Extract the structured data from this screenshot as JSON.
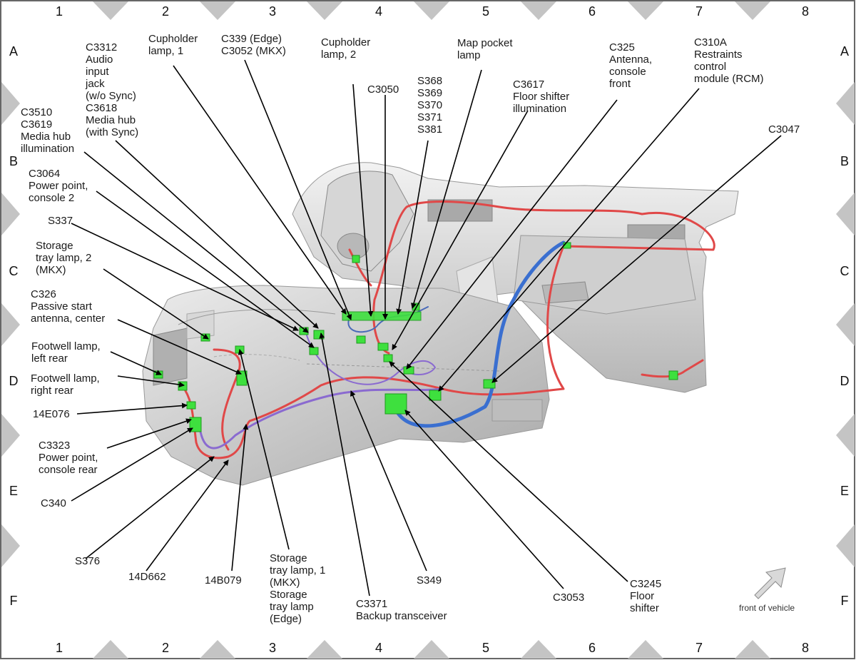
{
  "grid": {
    "columns": [
      "1",
      "2",
      "3",
      "4",
      "5",
      "6",
      "7",
      "8"
    ],
    "rows": [
      "A",
      "B",
      "C",
      "D",
      "E",
      "F"
    ]
  },
  "colors": {
    "red_wire": "#e04848",
    "blue_wire": "#3a6fd0",
    "purple_wire": "#8a6ad0",
    "connector": "#3ee03e",
    "border_marker": "#c4c4c4",
    "body_shade": "#c8c8c8"
  },
  "labels": [
    {
      "id": "c3312",
      "text": "C3312\nAudio\ninput\njack\n(w/o Sync)\nC3618\nMedia hub\n(with Sync)"
    },
    {
      "id": "cupholder-1",
      "text": "Cupholder\nlamp, 1"
    },
    {
      "id": "c339",
      "text": "C339 (Edge)\nC3052 (MKX)"
    },
    {
      "id": "cupholder-2",
      "text": "Cupholder\nlamp, 2"
    },
    {
      "id": "map-pocket",
      "text": "Map pocket\nlamp"
    },
    {
      "id": "c3050",
      "text": "C3050"
    },
    {
      "id": "s368",
      "text": "S368\nS369\nS370\nS371\nS381"
    },
    {
      "id": "c3617",
      "text": "C3617\nFloor shifter\nillumination"
    },
    {
      "id": "c325",
      "text": "C325\nAntenna,\nconsole\nfront"
    },
    {
      "id": "c310a",
      "text": "C310A\nRestraints\ncontrol\nmodule (RCM)"
    },
    {
      "id": "c3047",
      "text": "C3047"
    },
    {
      "id": "c3510",
      "text": "C3510\nC3619\nMedia hub\nillumination"
    },
    {
      "id": "c3064",
      "text": "C3064\nPower point,\nconsole 2"
    },
    {
      "id": "s337",
      "text": "S337"
    },
    {
      "id": "storage-2",
      "text": "Storage\ntray lamp, 2\n(MKX)"
    },
    {
      "id": "c326",
      "text": "C326\nPassive start\nantenna, center"
    },
    {
      "id": "footwell-left",
      "text": "Footwell lamp,\nleft rear"
    },
    {
      "id": "footwell-right",
      "text": "Footwell lamp,\nright rear"
    },
    {
      "id": "14e076",
      "text": "14E076"
    },
    {
      "id": "c3323",
      "text": "C3323\nPower point,\nconsole rear"
    },
    {
      "id": "c340",
      "text": "C340"
    },
    {
      "id": "s376",
      "text": "S376"
    },
    {
      "id": "14d662",
      "text": "14D662"
    },
    {
      "id": "14b079",
      "text": "14B079"
    },
    {
      "id": "storage-1",
      "text": "Storage\ntray lamp, 1\n(MKX)\nStorage\ntray lamp\n(Edge)"
    },
    {
      "id": "c3371",
      "text": "C3371\nBackup transceiver"
    },
    {
      "id": "s349",
      "text": "S349"
    },
    {
      "id": "c3053",
      "text": "C3053"
    },
    {
      "id": "c3245",
      "text": "C3245\nFloor\nshifter"
    }
  ],
  "orientation": {
    "label": "front of vehicle",
    "icon": "arrow-up-right-icon"
  }
}
